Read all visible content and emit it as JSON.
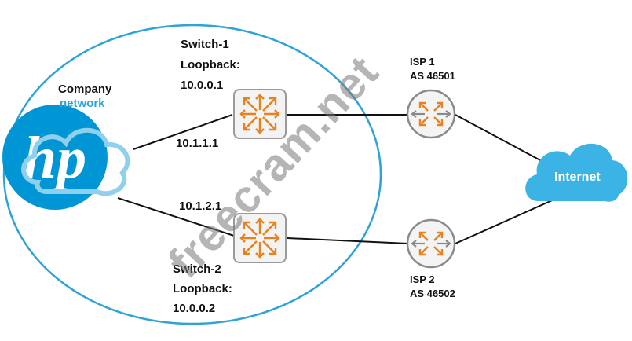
{
  "company": {
    "line1": "Company",
    "line2": "network"
  },
  "switch1": {
    "line1": "Switch-1",
    "line2": "Loopback:",
    "line3": "10.0.0.1"
  },
  "switch2": {
    "line1": "Switch-2",
    "line2": "Loopback:",
    "line3": "10.0.0.2"
  },
  "link1_ip": "10.1.1.1",
  "link2_ip": "10.1.2.1",
  "isp1": {
    "line1": "ISP 1",
    "line2": "AS 46501"
  },
  "isp2": {
    "line1": "ISP 2",
    "line2": "AS 46502"
  },
  "internet": "Internet",
  "logo_text": "hp",
  "watermark": "freecram.net",
  "colors": {
    "accent_blue": "#2ea3d6",
    "cloud_blue": "#3bb3e4",
    "device_orange": "#e8821e",
    "device_gray": "#8a8a8a"
  }
}
